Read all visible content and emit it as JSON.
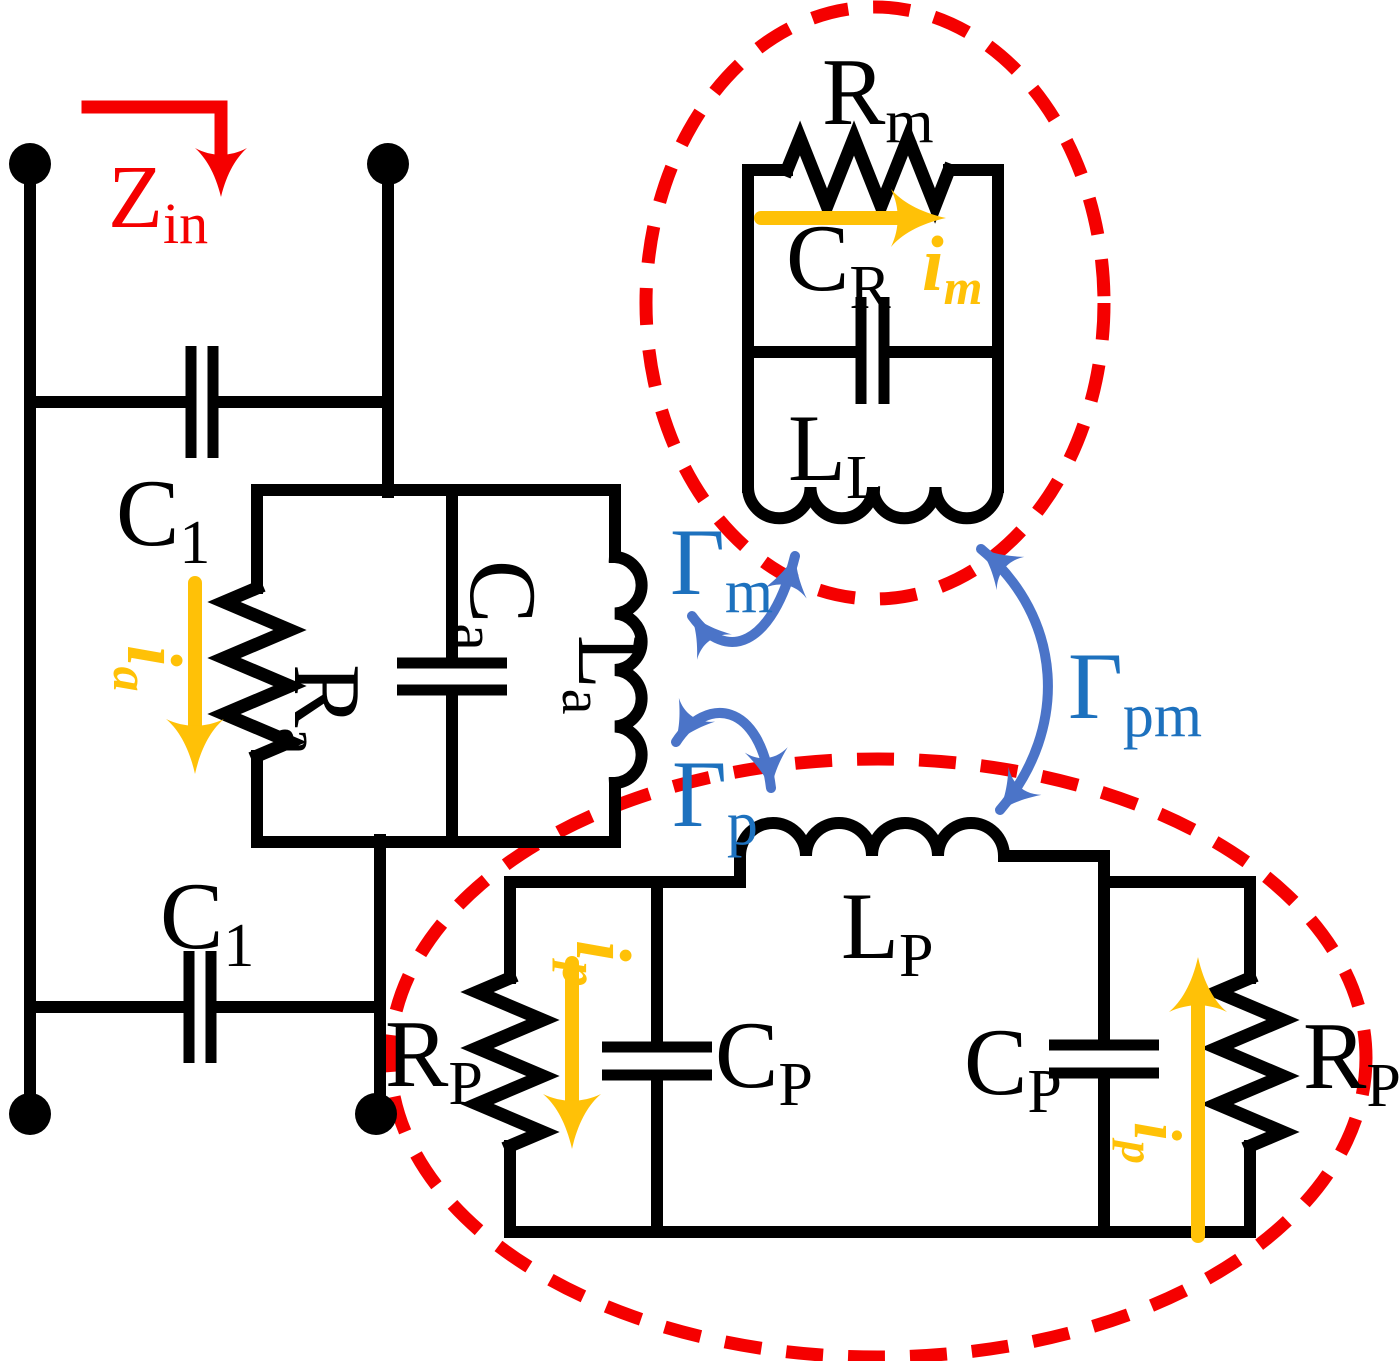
{
  "figure": "equivalent-circuit-diagram",
  "colors": {
    "wire": "#000000",
    "boundary_dash": "#f50000",
    "impedance_marker": "#f50000",
    "current_arrow": "#ffc107",
    "coupling_arrow": "#4b74c8",
    "coupling_text": "#1d71be"
  },
  "labels": {
    "zin": {
      "main": "Z",
      "sub": "in"
    },
    "c1_top": {
      "main": "C",
      "sub": "1"
    },
    "c1_bottom": {
      "main": "C",
      "sub": "1"
    },
    "ra": {
      "main": "R",
      "sub": "a"
    },
    "ca": {
      "main": "C",
      "sub": "a"
    },
    "la": {
      "main": "L",
      "sub": "a"
    },
    "ia": {
      "main": "i",
      "sub": "a"
    },
    "rm": {
      "main": "R",
      "sub": "m"
    },
    "cr": {
      "main": "C",
      "sub": "R"
    },
    "ll": {
      "main": "L",
      "sub": "L"
    },
    "im": {
      "main": "i",
      "sub": "m"
    },
    "gamma_m": {
      "main": "Γ",
      "sub": "m"
    },
    "gamma_p": {
      "main": "Γ",
      "sub": "p"
    },
    "gamma_pm": {
      "main": "Γ",
      "sub": "pm"
    },
    "lp": {
      "main": "L",
      "sub": "P"
    },
    "cp_left": {
      "main": "C",
      "sub": "P"
    },
    "cp_right": {
      "main": "C",
      "sub": "P"
    },
    "rp_left": {
      "main": "R",
      "sub": "P"
    },
    "rp_right": {
      "main": "R",
      "sub": "P"
    },
    "ip_left": {
      "main": "i",
      "sub": "p"
    },
    "ip_right": {
      "main": "i",
      "sub": "p"
    }
  }
}
